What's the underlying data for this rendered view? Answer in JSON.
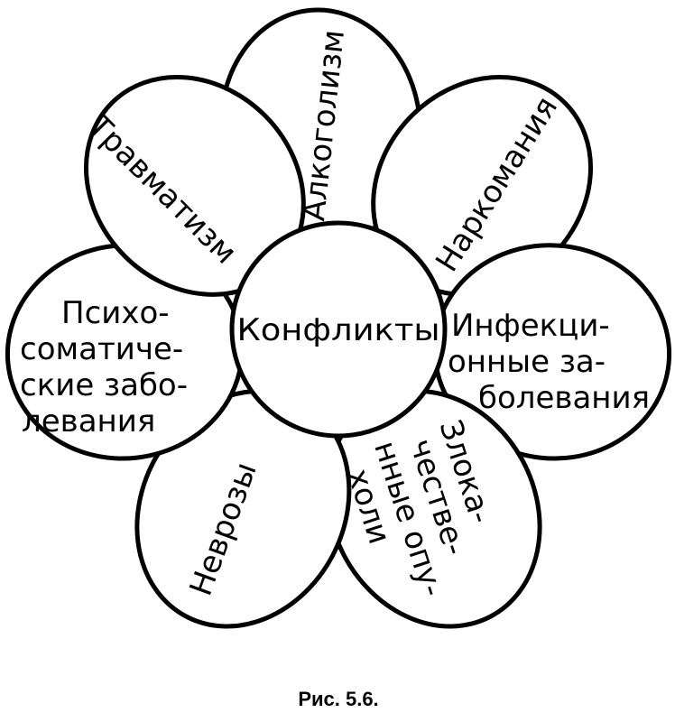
{
  "center": "Конфликты",
  "petals": [
    {
      "id": "alcoholism",
      "lines": [
        "Алкоголизм"
      ]
    },
    {
      "id": "drug-addiction",
      "lines": [
        "Наркомания"
      ]
    },
    {
      "id": "infectious",
      "lines": [
        "Инфекци-",
        "онные за-",
        "болевания"
      ]
    },
    {
      "id": "malignant",
      "lines": [
        "Злока-",
        "честве-",
        "нные опу-",
        "холи"
      ]
    },
    {
      "id": "neuroses",
      "lines": [
        "Неврозы"
      ]
    },
    {
      "id": "psychosomatic",
      "lines": [
        "Психо-",
        "соматиче-",
        "ские забо-",
        "левания"
      ]
    },
    {
      "id": "trauma",
      "lines": [
        "Травматизм"
      ]
    }
  ],
  "caption": "Рис. 5.6."
}
